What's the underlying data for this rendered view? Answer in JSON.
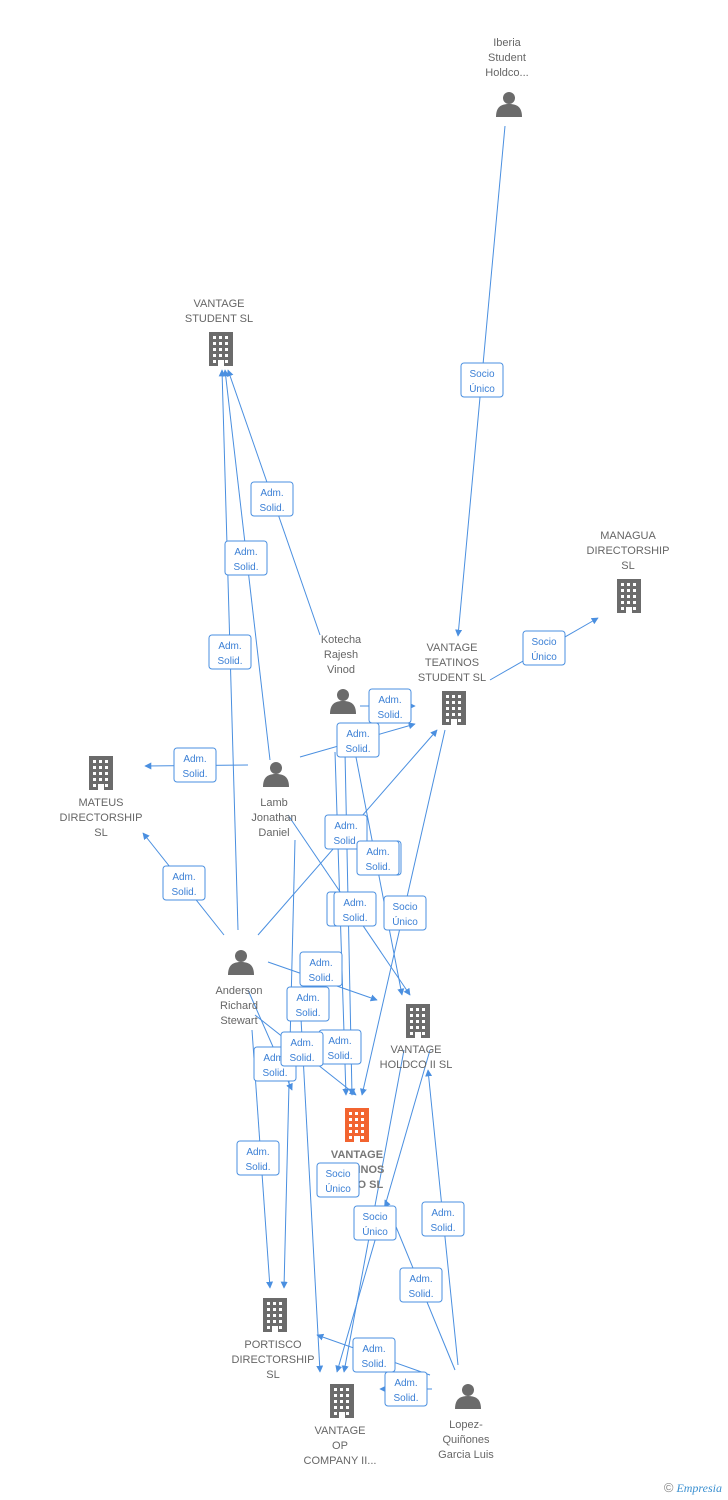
{
  "colors": {
    "edge": "#4a8fe0",
    "node": "#6b6b6b",
    "focus": "#f26430"
  },
  "nodes": [
    {
      "id": "iberia",
      "type": "person",
      "label": [
        "Iberia",
        "Student",
        "Holdco..."
      ]
    },
    {
      "id": "vantage_student",
      "type": "company",
      "label": [
        "VANTAGE",
        "STUDENT  SL"
      ]
    },
    {
      "id": "managua",
      "type": "company",
      "label": [
        "MANAGUA",
        "DIRECTORSHIP",
        "SL"
      ]
    },
    {
      "id": "kotecha",
      "type": "person",
      "label": [
        "Kotecha",
        "Rajesh",
        "Vinod"
      ]
    },
    {
      "id": "teatinos_student",
      "type": "company",
      "label": [
        "VANTAGE",
        "TEATINOS",
        "STUDENT  SL"
      ]
    },
    {
      "id": "mateus",
      "type": "company",
      "label": [
        "MATEUS",
        "DIRECTORSHIP",
        "SL"
      ]
    },
    {
      "id": "lamb",
      "type": "person",
      "label": [
        "Lamb",
        "Jonathan",
        "Daniel"
      ]
    },
    {
      "id": "anderson",
      "type": "person",
      "label": [
        "Anderson",
        "Richard",
        "Stewart"
      ]
    },
    {
      "id": "holdco_ii",
      "type": "company",
      "label": [
        "VANTAGE",
        "HOLDCO II  SL"
      ]
    },
    {
      "id": "focus",
      "type": "company",
      "focus": true,
      "label": [
        "VANTAGE",
        "TEATINOS",
        "OP CO  SL"
      ]
    },
    {
      "id": "portisco",
      "type": "company",
      "label": [
        "PORTISCO",
        "DIRECTORSHIP",
        "SL"
      ]
    },
    {
      "id": "opcompany",
      "type": "company",
      "label": [
        "VANTAGE",
        "OP",
        "COMPANY II..."
      ]
    },
    {
      "id": "lopez",
      "type": "person",
      "label": [
        "Lopez-",
        "Quiñones",
        "Garcia Luis"
      ]
    }
  ],
  "edges": [
    {
      "label": [
        "Socio",
        "Único"
      ]
    },
    {
      "label": [
        "Socio",
        "Único"
      ]
    },
    {
      "label": [
        "Adm.",
        "Solid."
      ]
    },
    {
      "label": [
        "Adm.",
        "Solid."
      ]
    },
    {
      "label": [
        "Adm.",
        "Solid."
      ]
    },
    {
      "label": [
        "Adm.",
        "Solid."
      ]
    },
    {
      "label": [
        "Adm.",
        "Solid."
      ]
    },
    {
      "label": [
        "Adm.",
        "Solid."
      ]
    },
    {
      "label": [
        "Adm.",
        "Solid."
      ]
    },
    {
      "label": [
        "Adm.",
        "Solid."
      ]
    },
    {
      "label": [
        "Adm.",
        "Solid."
      ]
    },
    {
      "label": [
        "Socio",
        "Único"
      ]
    },
    {
      "label": [
        "Adm.",
        "Solid."
      ]
    },
    {
      "label": [
        "Adm.",
        "Solid."
      ]
    },
    {
      "label": [
        "Adm.",
        "Solid."
      ]
    },
    {
      "label": [
        "Adm.",
        "Solid."
      ]
    },
    {
      "label": [
        "Adm.",
        "Solid."
      ]
    },
    {
      "label": [
        "Adm.",
        "Solid."
      ]
    },
    {
      "label": [
        "Adm.",
        "Solid."
      ]
    },
    {
      "label": [
        "Adm.",
        "Solid."
      ]
    },
    {
      "label": [
        "Adm.",
        "Solid."
      ]
    },
    {
      "label": [
        "Socio",
        "Único"
      ]
    },
    {
      "label": [
        "Socio",
        "Único"
      ]
    },
    {
      "label": [
        "Adm.",
        "Solid."
      ]
    },
    {
      "label": [
        "Adm.",
        "Solid."
      ]
    },
    {
      "label": [
        "Adm.",
        "Solid."
      ]
    },
    {
      "label": [
        "Adm.",
        "Solid."
      ]
    }
  ],
  "watermark": {
    "symbol": "©",
    "brand": "Empresia"
  }
}
